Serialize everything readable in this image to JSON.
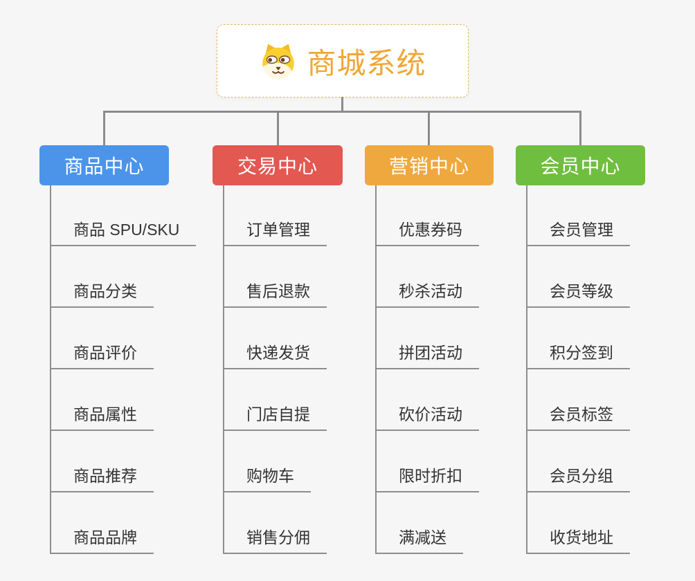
{
  "page": {
    "background": "#f6f6f6",
    "connector_color": "#8b8b8b",
    "underline_color": "#8d8d8d"
  },
  "root": {
    "title": "商城系统",
    "icon": "dog-face-icon",
    "text_color": "#f0a636",
    "border_color": "#ecb35e",
    "background": "#ffffff"
  },
  "branches": [
    {
      "label": "商品中心",
      "color": "#4b94ea",
      "items": [
        "商品 SPU/SKU",
        "商品分类",
        "商品评价",
        "商品属性",
        "商品推荐",
        "商品品牌"
      ]
    },
    {
      "label": "交易中心",
      "color": "#e45852",
      "items": [
        "订单管理",
        "售后退款",
        "快递发货",
        "门店自提",
        "购物车",
        "销售分佣"
      ]
    },
    {
      "label": "营销中心",
      "color": "#efa83d",
      "items": [
        "优惠券码",
        "秒杀活动",
        "拼团活动",
        "砍价活动",
        "限时折扣",
        "满减送"
      ]
    },
    {
      "label": "会员中心",
      "color": "#70be3f",
      "items": [
        "会员管理",
        "会员等级",
        "积分签到",
        "会员标签",
        "会员分组",
        "收货地址"
      ]
    }
  ]
}
